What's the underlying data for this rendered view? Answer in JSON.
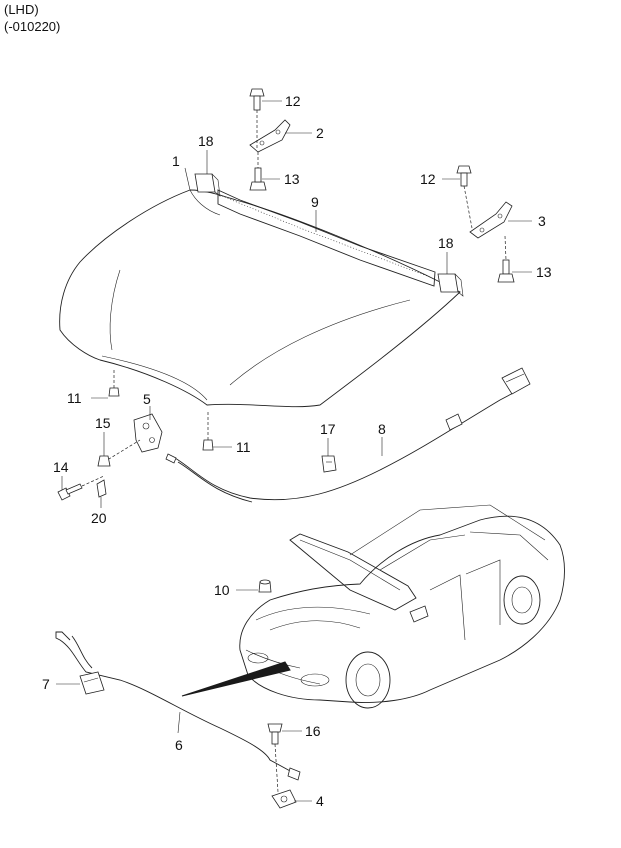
{
  "header": {
    "line1": "(LHD)",
    "line2": "(-010220)"
  },
  "callouts": {
    "c1": "1",
    "c2": "2",
    "c3": "3",
    "c4": "4",
    "c5": "5",
    "c6": "6",
    "c7": "7",
    "c8": "8",
    "c9": "9",
    "c10": "10",
    "c11a": "11",
    "c11b": "11",
    "c12a": "12",
    "c12b": "12",
    "c13a": "13",
    "c13b": "13",
    "c14": "14",
    "c15": "15",
    "c16": "16",
    "c17": "17",
    "c18a": "18",
    "c18b": "18",
    "c20": "20"
  }
}
